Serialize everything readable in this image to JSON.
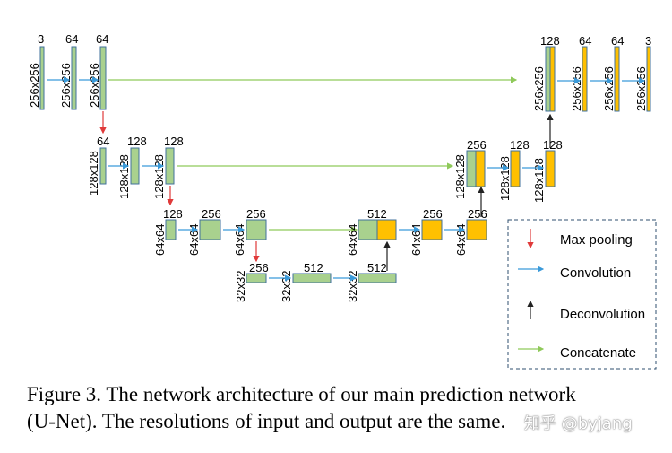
{
  "colors": {
    "encoder_block": "#a9d18e",
    "decoder_block": "#ffc000",
    "block_border": "#41719c",
    "max_pooling": "#e03a3a",
    "convolution": "#3a9ad9",
    "deconvolution": "#222222",
    "concatenate": "#8fc95a"
  },
  "diagram": {
    "channels": {
      "l1_in": "3",
      "l1_c1": "64",
      "l1_c2": "64",
      "l2_c0": "64",
      "l2_c1": "128",
      "l2_c2": "128",
      "l3_c0": "128",
      "l3_c1": "256",
      "l3_c2": "256",
      "l4_c0": "256",
      "l4_c1": "512",
      "u4": "512",
      "u3_cat": "512",
      "u3_c1": "256",
      "u3_c2": "256",
      "u2_cat": "256",
      "u2_c1": "128",
      "u2_c2": "128",
      "u1_cat": "128",
      "u1_c1": "64",
      "u1_c2": "64",
      "u1_out": "3"
    },
    "sizes": {
      "l1_a": "256x256",
      "l1_b": "256x256",
      "l1_c": "256x256",
      "l2_a": "128x128",
      "l2_b": "128x128",
      "l2_c": "128x128",
      "l3_a": "64x64",
      "l3_b": "64x64",
      "l3_c": "64x64",
      "l4_a": "32x32",
      "l4_b": "32x32",
      "u4": "32x32",
      "u3_a": "64x64",
      "u3_b": "64x64",
      "u3_c": "64x64",
      "u2_a": "128x128",
      "u2_b": "128x128",
      "u2_c": "128x128",
      "u1_a": "256x256",
      "u1_b": "256x256",
      "u1_c": "256x256",
      "u1_d": "256x256"
    }
  },
  "legend": [
    {
      "label": "Max pooling",
      "icon": "arrow-down-red"
    },
    {
      "label": "Convolution",
      "icon": "arrow-right-blue"
    },
    {
      "label": "Deconvolution",
      "icon": "arrow-up-black"
    },
    {
      "label": "Concatenate",
      "icon": "arrow-right-green"
    }
  ],
  "caption": {
    "line1": "Figure 3. The network architecture of our main prediction network",
    "line2": "(U-Net). The resolutions of input and output are the same."
  },
  "watermark": "知乎 @byjang"
}
